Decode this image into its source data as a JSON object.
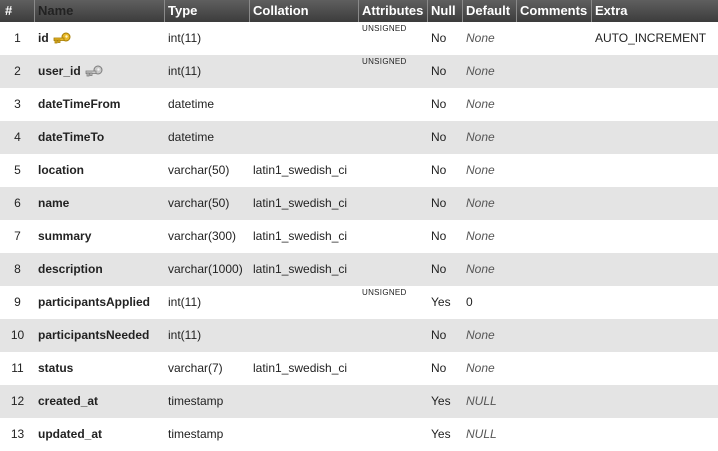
{
  "headers": {
    "num": "#",
    "name": "Name",
    "type": "Type",
    "collation": "Collation",
    "attributes": "Attributes",
    "null": "Null",
    "default": "Default",
    "comments": "Comments",
    "extra": "Extra"
  },
  "rows": [
    {
      "num": "1",
      "name": "id",
      "type": "int(11)",
      "collation": "",
      "attributes": "UNSIGNED",
      "null": "No",
      "default": "None",
      "extra": "AUTO_INCREMENT"
    },
    {
      "num": "2",
      "name": "user_id",
      "type": "int(11)",
      "collation": "",
      "attributes": "UNSIGNED",
      "null": "No",
      "default": "None",
      "extra": ""
    },
    {
      "num": "3",
      "name": "dateTimeFrom",
      "type": "datetime",
      "collation": "",
      "attributes": "",
      "null": "No",
      "default": "None",
      "extra": ""
    },
    {
      "num": "4",
      "name": "dateTimeTo",
      "type": "datetime",
      "collation": "",
      "attributes": "",
      "null": "No",
      "default": "None",
      "extra": ""
    },
    {
      "num": "5",
      "name": "location",
      "type": "varchar(50)",
      "collation": "latin1_swedish_ci",
      "attributes": "",
      "null": "No",
      "default": "None",
      "extra": ""
    },
    {
      "num": "6",
      "name": "name",
      "type": "varchar(50)",
      "collation": "latin1_swedish_ci",
      "attributes": "",
      "null": "No",
      "default": "None",
      "extra": ""
    },
    {
      "num": "7",
      "name": "summary",
      "type": "varchar(300)",
      "collation": "latin1_swedish_ci",
      "attributes": "",
      "null": "No",
      "default": "None",
      "extra": ""
    },
    {
      "num": "8",
      "name": "description",
      "type": "varchar(1000)",
      "collation": "latin1_swedish_ci",
      "attributes": "",
      "null": "No",
      "default": "None",
      "extra": ""
    },
    {
      "num": "9",
      "name": "participantsApplied",
      "type": "int(11)",
      "collation": "",
      "attributes": "UNSIGNED",
      "null": "Yes",
      "default": "0",
      "extra": ""
    },
    {
      "num": "10",
      "name": "participantsNeeded",
      "type": "int(11)",
      "collation": "",
      "attributes": "",
      "null": "No",
      "default": "None",
      "extra": ""
    },
    {
      "num": "11",
      "name": "status",
      "type": "varchar(7)",
      "collation": "latin1_swedish_ci",
      "attributes": "",
      "null": "No",
      "default": "None",
      "extra": ""
    },
    {
      "num": "12",
      "name": "created_at",
      "type": "timestamp",
      "collation": "",
      "attributes": "",
      "null": "Yes",
      "default": "NULL",
      "extra": ""
    },
    {
      "num": "13",
      "name": "updated_at",
      "type": "timestamp",
      "collation": "",
      "attributes": "",
      "null": "Yes",
      "default": "NULL",
      "extra": ""
    }
  ],
  "icons": {
    "row1": "primary-key-icon",
    "row2": "index-key-icon"
  },
  "colors": {
    "header_bg": "#4a4a4a",
    "row_alt": "#e4e4e4",
    "primary_key": "#d4a017",
    "index_key": "#9a9a9a"
  }
}
